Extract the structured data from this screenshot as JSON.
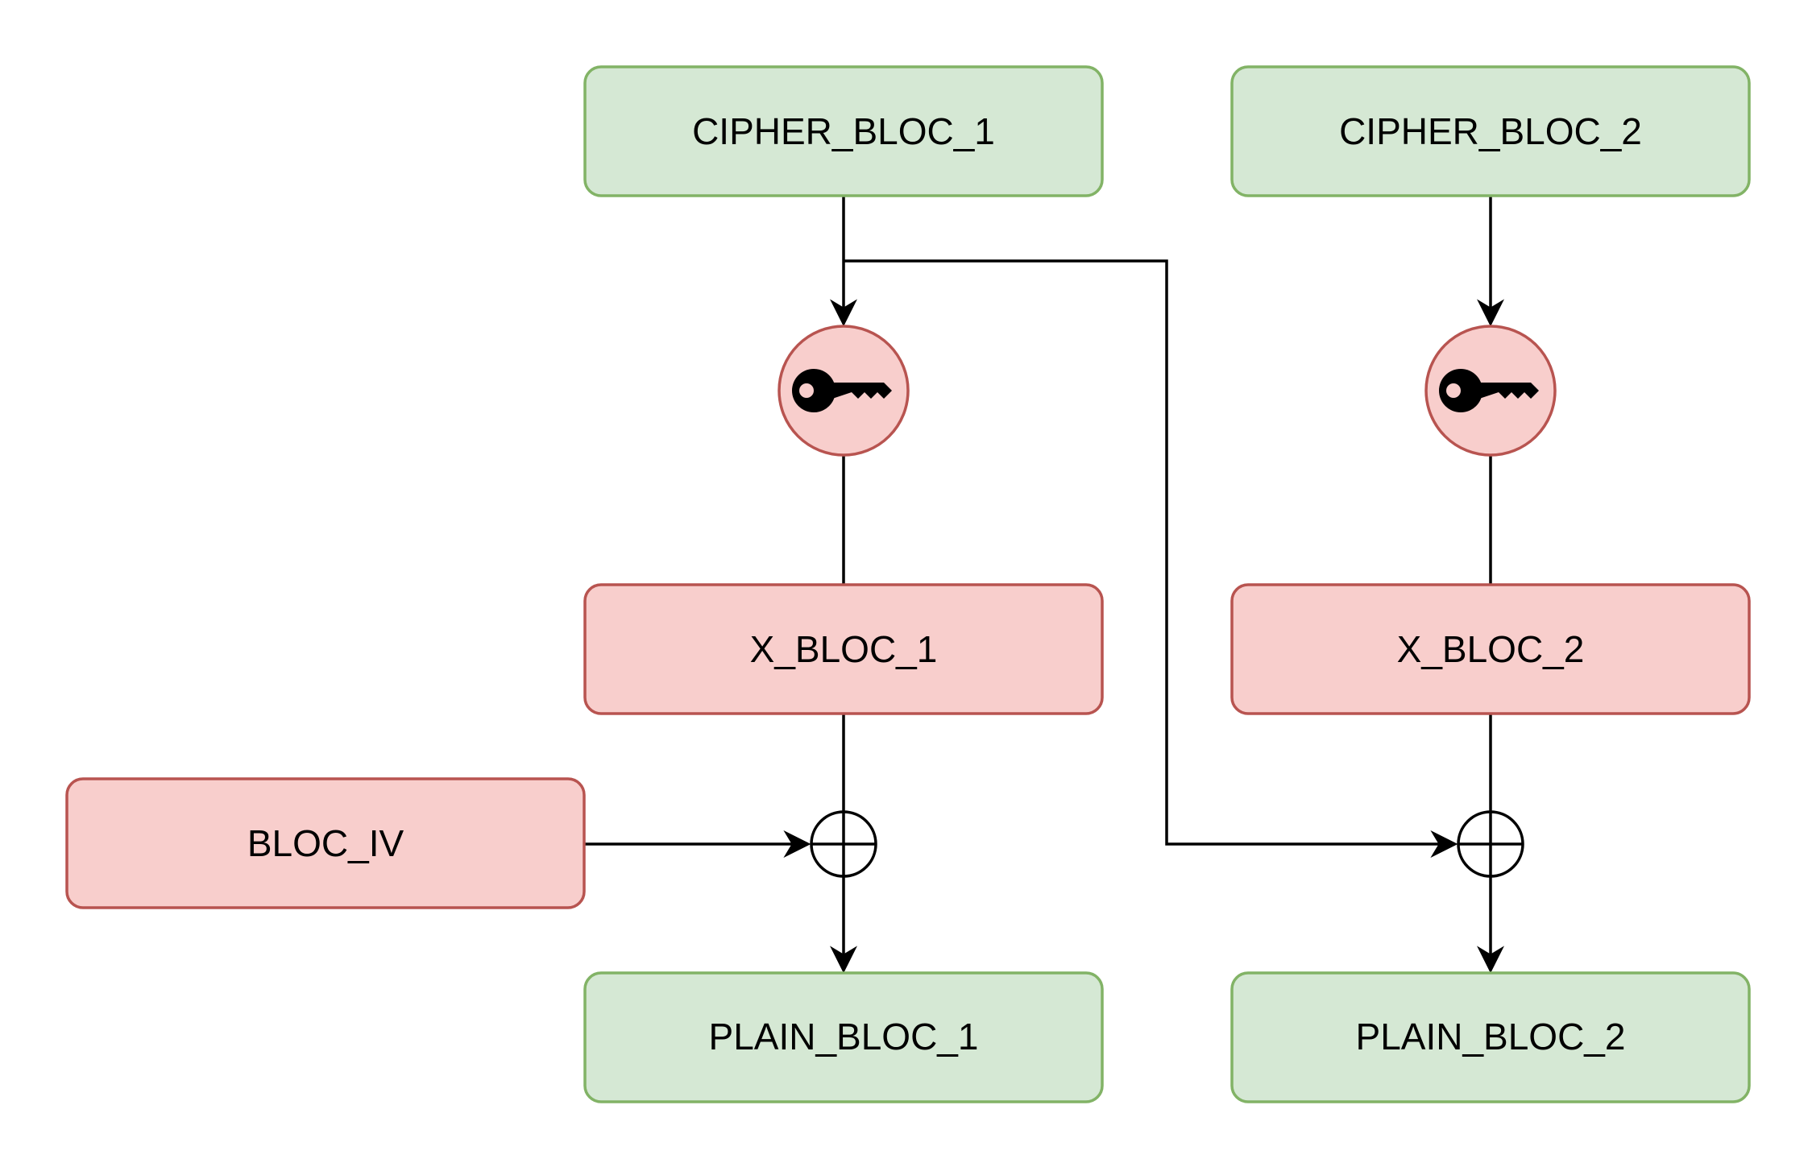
{
  "diagram": {
    "nodes": {
      "cipher_bloc_1": {
        "label": "CIPHER_BLOC_1",
        "kind": "data",
        "fill": "#d5e8d4",
        "stroke": "#82b366"
      },
      "cipher_bloc_2": {
        "label": "CIPHER_BLOC_2",
        "kind": "data",
        "fill": "#d5e8d4",
        "stroke": "#82b366"
      },
      "key_1": {
        "icon": "key-icon",
        "kind": "decrypt",
        "fill": "#f8cecc",
        "stroke": "#b85450"
      },
      "key_2": {
        "icon": "key-icon",
        "kind": "decrypt",
        "fill": "#f8cecc",
        "stroke": "#b85450"
      },
      "x_bloc_1": {
        "label": "X_BLOC_1",
        "kind": "intermediate",
        "fill": "#f8cecc",
        "stroke": "#b85450"
      },
      "x_bloc_2": {
        "label": "X_BLOC_2",
        "kind": "intermediate",
        "fill": "#f8cecc",
        "stroke": "#b85450"
      },
      "bloc_iv": {
        "label": "BLOC_IV",
        "kind": "intermediate",
        "fill": "#f8cecc",
        "stroke": "#b85450"
      },
      "xor_1": {
        "icon": "xor-icon",
        "kind": "xor"
      },
      "xor_2": {
        "icon": "xor-icon",
        "kind": "xor"
      },
      "plain_bloc_1": {
        "label": "PLAIN_BLOC_1",
        "kind": "data",
        "fill": "#d5e8d4",
        "stroke": "#82b366"
      },
      "plain_bloc_2": {
        "label": "PLAIN_BLOC_2",
        "kind": "data",
        "fill": "#d5e8d4",
        "stroke": "#82b366"
      }
    },
    "edges": [
      {
        "from": "cipher_bloc_1",
        "to": "key_1",
        "arrow": true
      },
      {
        "from": "cipher_bloc_1",
        "to": "xor_2",
        "arrow": true
      },
      {
        "from": "cipher_bloc_2",
        "to": "key_2",
        "arrow": true
      },
      {
        "from": "key_1",
        "to": "x_bloc_1",
        "arrow": false
      },
      {
        "from": "key_2",
        "to": "x_bloc_2",
        "arrow": false
      },
      {
        "from": "x_bloc_1",
        "to": "xor_1",
        "arrow": false
      },
      {
        "from": "x_bloc_2",
        "to": "xor_2",
        "arrow": false
      },
      {
        "from": "bloc_iv",
        "to": "xor_1",
        "arrow": true
      },
      {
        "from": "xor_1",
        "to": "plain_bloc_1",
        "arrow": true
      },
      {
        "from": "xor_2",
        "to": "plain_bloc_2",
        "arrow": true
      }
    ],
    "colors": {
      "edge": "#000000",
      "background": "#ffffff"
    }
  }
}
